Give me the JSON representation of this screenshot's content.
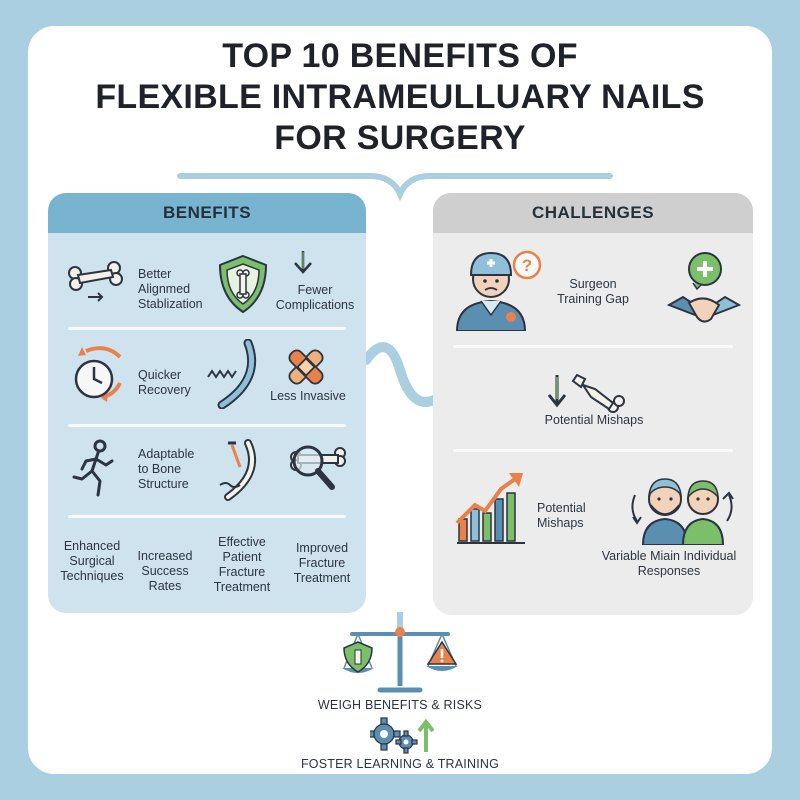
{
  "title": {
    "line1": "TOP 10 BENEFITS OF",
    "line2": "FLEXIBLE INTRAMEULLUARY NAILS",
    "line3": "FOR SURGERY"
  },
  "benefits": {
    "heading": "BENEFITS",
    "items": [
      {
        "label": "Better Alignmed Stablization",
        "icon": "bone-icon"
      },
      {
        "label": "Fewer Complications",
        "icon": "shield-bone-icon"
      },
      {
        "label": "Quicker Recovery",
        "icon": "clock-icon"
      },
      {
        "label": "Less Invasive",
        "icon": "bandage-icon"
      },
      {
        "label": "Adaptable to Bone Structure",
        "icon": "runner-icon"
      },
      {
        "label": "Enhanced Surgical Techniques",
        "icon": ""
      },
      {
        "label": "Increased Success Rates",
        "icon": ""
      },
      {
        "label": "Effective Patient Fracture Treatment",
        "icon": ""
      },
      {
        "label": "Improved Fracture Treatment",
        "icon": ""
      }
    ]
  },
  "challenges": {
    "heading": "CHALLENGES",
    "items": [
      {
        "label": "Surgeon Training Gap",
        "icon": "surgeon-icon"
      },
      {
        "label": "Potential Mishaps",
        "icon": "broken-bone-icon"
      },
      {
        "label": "Potential Mishaps",
        "icon": "bar-chart-icon"
      },
      {
        "label": "Variable Miain Individual Responses",
        "icon": "people-icon"
      }
    ]
  },
  "footer": {
    "weigh": "WEIGH BENEFITS & RISKS",
    "foster": "FOSTER LEARNING & TRAINING"
  },
  "colors": {
    "benefits_panel": "#cfe3ee",
    "benefits_header": "#78b3cf",
    "challenges_panel": "#ececec",
    "challenges_header": "#cfcfcf",
    "accent_orange": "#e8824a",
    "accent_green": "#7bbf6a",
    "accent_blue": "#5a8fb2"
  }
}
